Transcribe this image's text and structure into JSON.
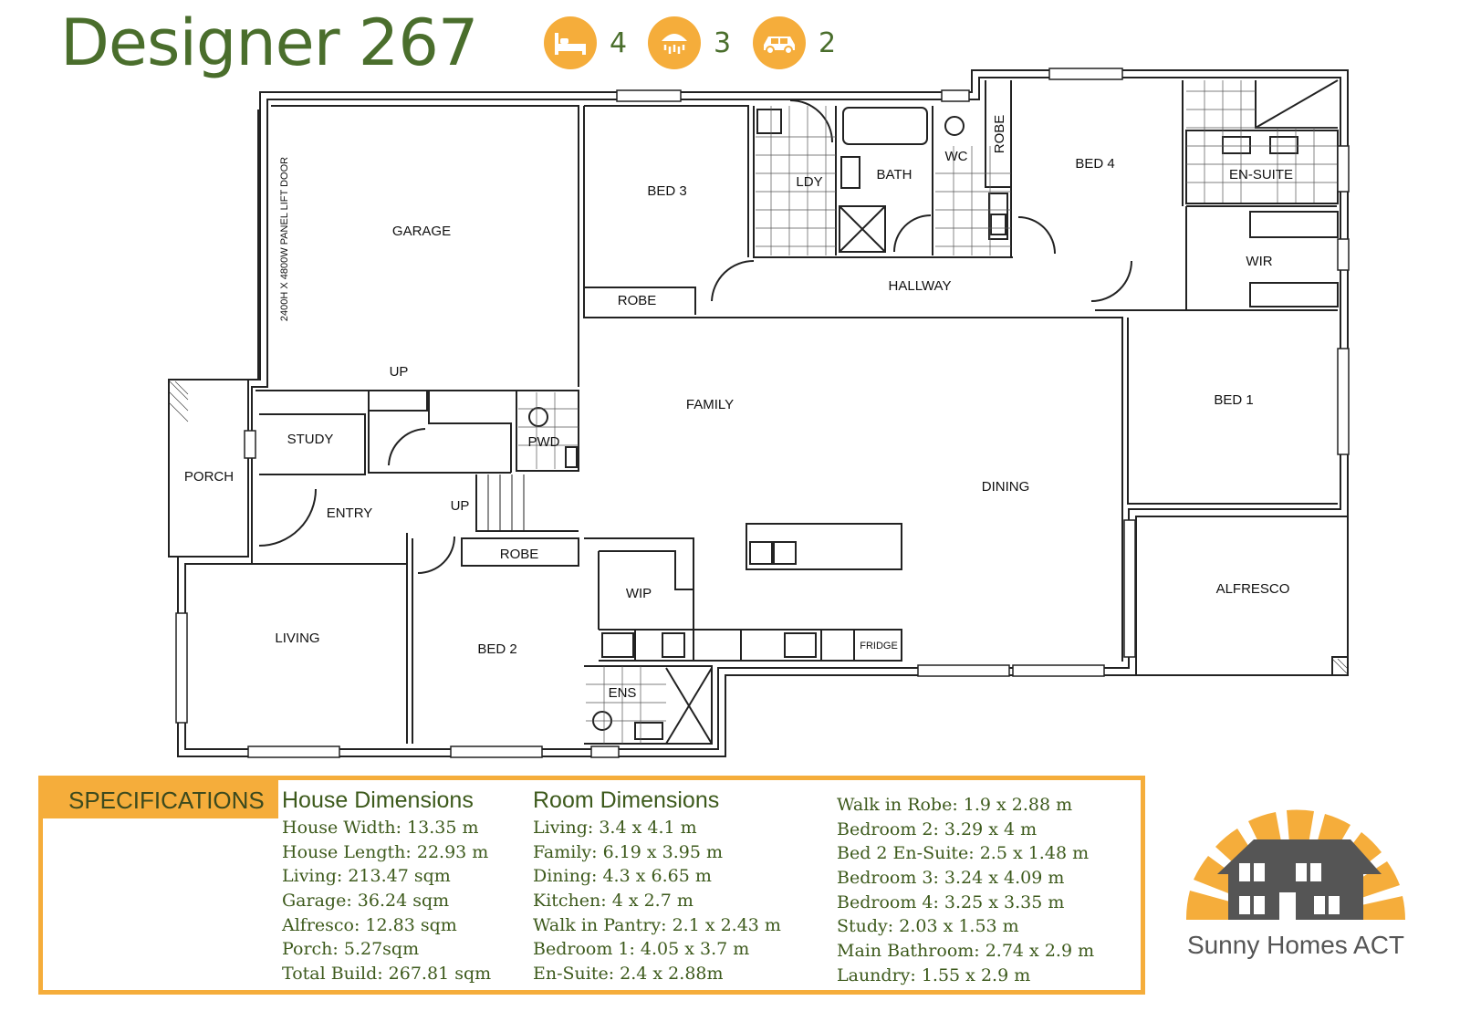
{
  "title": "Designer 267",
  "features": [
    {
      "icon": "bed-icon",
      "count": "4"
    },
    {
      "icon": "shower-icon",
      "count": "3"
    },
    {
      "icon": "car-icon",
      "count": "2"
    }
  ],
  "colors": {
    "accent": "#f5ad3b",
    "title": "#4a6e2c",
    "text": "#3d5a1c",
    "wall": "#222222",
    "logo_gray": "#555555"
  },
  "plan": {
    "rooms": {
      "garage": "GARAGE",
      "garage_door": "2400H X 4800W PANEL LIFT DOOR",
      "bed3": "BED 3",
      "robe_bed3": "ROBE",
      "ldy": "LDY",
      "bath": "BATH",
      "wc": "WC",
      "robe_bed4": "ROBE",
      "bed4": "BED 4",
      "ensuite": "EN-SUITE",
      "wir": "WIR",
      "hallway": "HALLWAY",
      "up_stair1": "UP",
      "study": "STUDY",
      "pwd": "PWD",
      "family": "FAMILY",
      "bed1": "BED 1",
      "porch": "PORCH",
      "entry": "ENTRY",
      "up_stair2": "UP",
      "dining": "DINING",
      "robe_bed2": "ROBE",
      "wip": "WIP",
      "alfresco": "ALFRESCO",
      "living": "LIVING",
      "bed2": "BED 2",
      "fridge": "FRIDGE",
      "ens": "ENS"
    }
  },
  "specifications": {
    "heading": "SPECIFICATIONS",
    "house": {
      "title": "House Dimensions",
      "rows": [
        "House Width: 13.35 m",
        "House Length: 22.93 m",
        "Living: 213.47 sqm",
        "Garage: 36.24 sqm",
        "Alfresco: 12.83 sqm",
        "Porch: 5.27sqm",
        "Total Build: 267.81 sqm"
      ]
    },
    "rooms": {
      "title": "Room Dimensions",
      "rows": [
        "Living: 3.4 x 4.1 m",
        "Family: 6.19 x 3.95 m",
        "Dining: 4.3 x 6.65 m",
        "Kitchen: 4 x 2.7 m",
        "Walk in Pantry: 2.1 x 2.43 m",
        "Bedroom 1: 4.05 x 3.7 m",
        "En-Suite: 2.4 x 2.88m"
      ]
    },
    "rooms2": {
      "rows": [
        "Walk in Robe: 1.9 x 2.88 m",
        "Bedroom 2: 3.29 x 4 m",
        "Bed 2 En-Suite: 2.5 x 1.48 m",
        "Bedroom 3: 3.24 x 4.09 m",
        "Bedroom 4: 3.25 x 3.35 m",
        "Study: 2.03 x 1.53 m",
        "Main Bathroom: 2.74 x 2.9 m",
        "Laundry: 1.55 x 2.9 m"
      ]
    }
  },
  "logo": {
    "brand": "Sunny Homes ACT",
    "icon": "house-sunburst-logo"
  }
}
